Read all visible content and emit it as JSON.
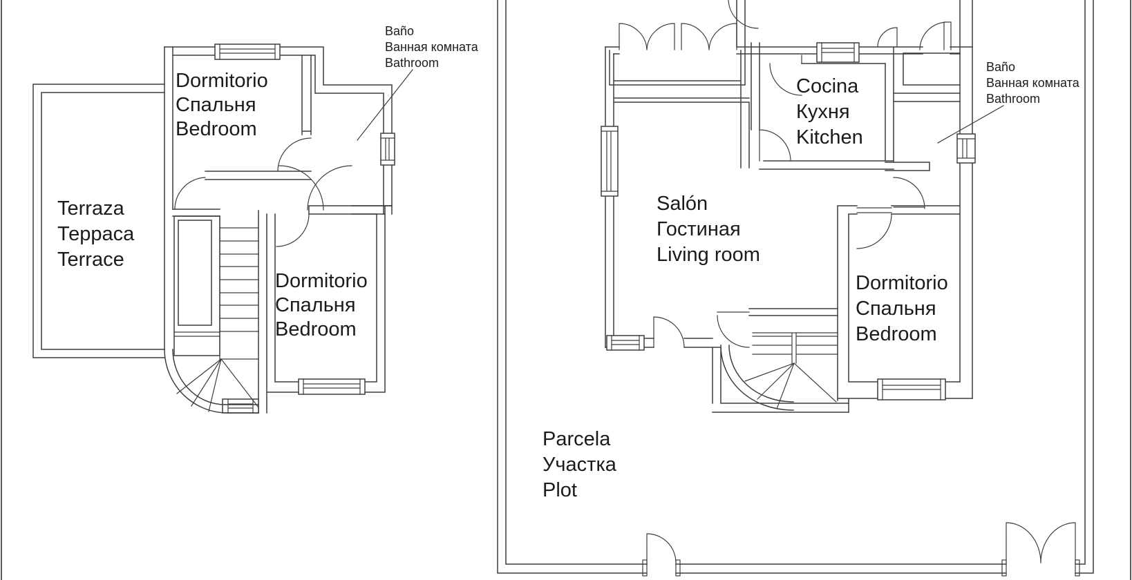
{
  "left_plan": {
    "rooms": {
      "bedroom_top": [
        "Dormitorio",
        "Спальня",
        "Bedroom"
      ],
      "terrace": [
        "Terraza",
        "Терраса",
        "Terrace"
      ],
      "bedroom_bottom": [
        "Dormitorio",
        "Спальня",
        "Bedroom"
      ],
      "bathroom_callout": [
        "Baño",
        "Ванная комната",
        "Bathroom"
      ]
    }
  },
  "right_plan": {
    "rooms": {
      "kitchen": [
        "Cocina",
        "Кухня",
        "Kitchen"
      ],
      "living_room": [
        "Salón",
        "Гостиная",
        "Living room"
      ],
      "bedroom": [
        "Dormitorio",
        "Спальня",
        "Bedroom"
      ],
      "bathroom_callout": [
        "Baño",
        "Ванная комната",
        "Bathroom"
      ],
      "plot": [
        "Parcela",
        "Участка",
        "Plot"
      ]
    }
  },
  "colors": {
    "line": "#3d3d3d",
    "text": "#1b1b1b",
    "background": "#ffffff"
  }
}
